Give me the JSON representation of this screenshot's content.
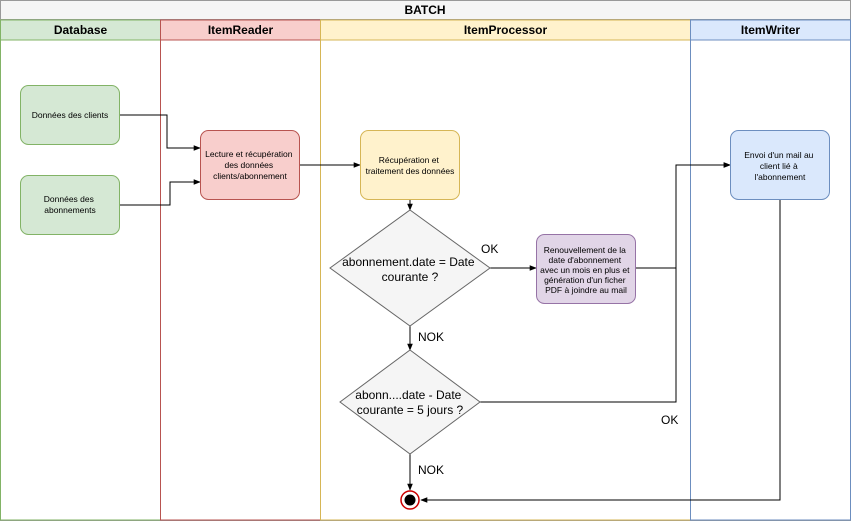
{
  "pool": {
    "title": "BATCH"
  },
  "lanes": [
    {
      "id": "database",
      "title": "Database",
      "fill": "#d5e8d4",
      "stroke": "#82b366"
    },
    {
      "id": "itemreader",
      "title": "ItemReader",
      "fill": "#f8cecc",
      "stroke": "#b85450"
    },
    {
      "id": "itemprocessor",
      "title": "ItemProcessor",
      "fill": "#fff2cc",
      "stroke": "#d6b656"
    },
    {
      "id": "itemwriter",
      "title": "ItemWriter",
      "fill": "#dae8fc",
      "stroke": "#6c8ebf"
    }
  ],
  "nodes": {
    "clients": {
      "lines": [
        "Données des clients"
      ]
    },
    "abonnements": {
      "lines": [
        "Données des",
        "abonnements"
      ]
    },
    "lecture": {
      "lines": [
        "Lecture et récupération",
        "des données",
        "clients/abonnement"
      ]
    },
    "recuperation": {
      "lines": [
        "Récupération et",
        "traitement des données"
      ]
    },
    "decision1": {
      "lines": [
        "abonnement.date = Date",
        "courante ?"
      ]
    },
    "renouvellement": {
      "lines": [
        "Renouvellement de la",
        "date d'abonnement",
        "avec un mois en plus et",
        "génération d'un ficher",
        "PDF à joindre au mail"
      ]
    },
    "decision2": {
      "lines": [
        "abonn....date - Date",
        "courante = 5 jours ?"
      ]
    },
    "envoi": {
      "lines": [
        "Envoi d'un mail au",
        "client lié à",
        "l'abonnement"
      ]
    }
  },
  "edge_labels": {
    "ok1": "OK",
    "nok1": "NOK",
    "ok2": "OK",
    "nok2": "NOK"
  }
}
